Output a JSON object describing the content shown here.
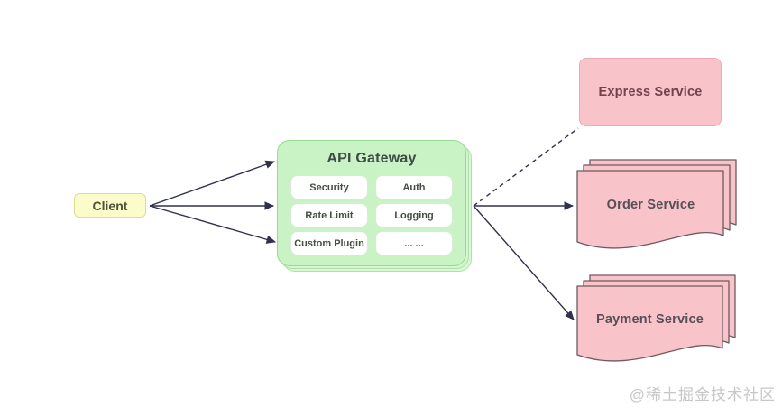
{
  "diagram": {
    "client": {
      "label": "Client"
    },
    "gateway": {
      "title": "API Gateway",
      "modules": [
        "Security",
        "Auth",
        "Rate Limit",
        "Logging",
        "Custom Plugin",
        "... ..."
      ]
    },
    "services": [
      {
        "label": "Express Service",
        "shape": "rounded-rectangle",
        "connector": "dashed-line"
      },
      {
        "label": "Order Service",
        "shape": "stacked-document",
        "connector": "solid-arrow"
      },
      {
        "label": "Payment Service",
        "shape": "stacked-document",
        "connector": "solid-arrow"
      }
    ],
    "connections": [
      {
        "from": "Client",
        "to": "API Gateway",
        "style": "solid-arrow",
        "count": 3
      },
      {
        "from": "API Gateway",
        "to": "Express Service",
        "style": "dashed-line"
      },
      {
        "from": "API Gateway",
        "to": "Order Service",
        "style": "solid-arrow"
      },
      {
        "from": "API Gateway",
        "to": "Payment Service",
        "style": "solid-arrow"
      }
    ],
    "watermark": "@稀土掘金技术社区",
    "colors": {
      "client_fill": "#FCFCCB",
      "client_border": "#DCDC96",
      "gateway_fill": "#C9F3C5",
      "gateway_border": "#94DC92",
      "module_fill": "#FFFFFF",
      "module_border": "#D8EAD6",
      "service_fill": "#F8C3C9",
      "express_border": "#EFA9B3",
      "document_border": "#6E5A60",
      "arrow": "#30304F",
      "watermark_text": "#C7C7C7"
    }
  }
}
